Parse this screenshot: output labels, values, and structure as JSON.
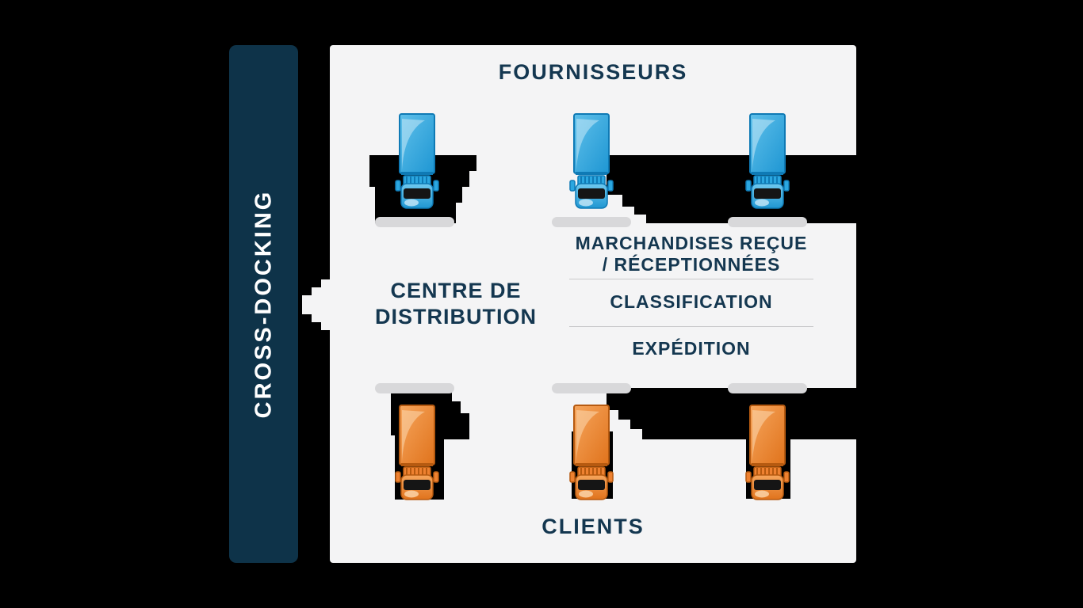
{
  "diagram": {
    "sidebar_label": "CROSS-DOCKING",
    "suppliers": {
      "title": "FOURNISSEURS",
      "truck_count": 3
    },
    "distribution_center": {
      "title_line1": "CENTRE DE",
      "title_line2": "DISTRIBUTION",
      "process_steps": [
        {
          "line1": "MARCHANDISES REÇUE",
          "line2": "/ RÉCEPTIONNÉES"
        },
        {
          "line1": "CLASSIFICATION",
          "line2": ""
        },
        {
          "line1": "EXPÉDITION",
          "line2": ""
        }
      ]
    },
    "clients": {
      "title": "CLIENTS",
      "truck_count": 3
    },
    "colors": {
      "background": "#000000",
      "sidebar": "#0E3349",
      "panel": "#F4F4F5",
      "dock": "#D8D8DA",
      "title_text": "#143750",
      "divider": "#C9C9CB",
      "inbound_truck": "#2BA7E0",
      "outbound_truck": "#EE8130"
    }
  }
}
